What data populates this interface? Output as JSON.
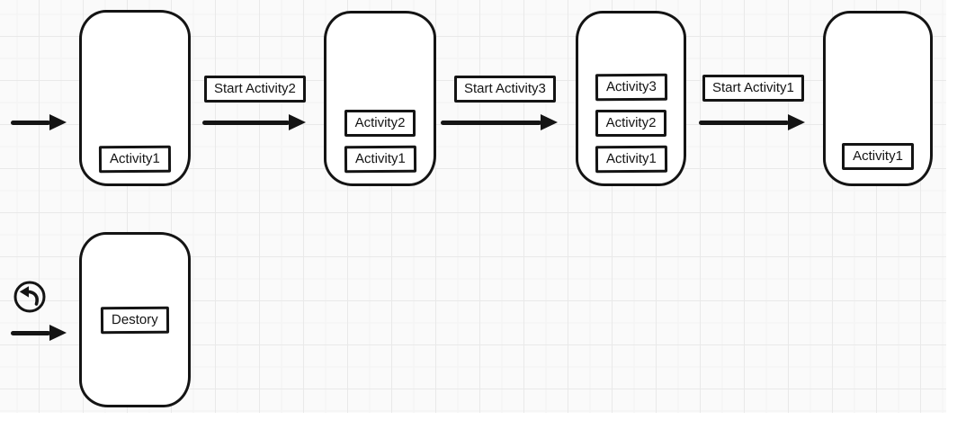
{
  "diagram": {
    "kind": "activity-stack-flow",
    "phones": [
      {
        "name": "state-1",
        "stack": [
          "Activity1"
        ]
      },
      {
        "name": "state-2",
        "stack": [
          "Activity2",
          "Activity1"
        ]
      },
      {
        "name": "state-3",
        "stack": [
          "Activity3",
          "Activity2",
          "Activity1"
        ]
      },
      {
        "name": "state-4",
        "stack": [
          "Activity1"
        ]
      },
      {
        "name": "destroy-state",
        "stack": [
          "Destory"
        ]
      }
    ],
    "transitions": [
      {
        "label": "Start Activity2"
      },
      {
        "label": "Start Activity3"
      },
      {
        "label": "Start Activity1"
      }
    ],
    "icons": [
      {
        "name": "back-undo-icon"
      }
    ],
    "colors": {
      "stroke": "#141414",
      "canvas": "#fafafa",
      "grid_major": "#e9e9e9",
      "grid_minor": "#f3f3f3",
      "page": "#ffffff"
    }
  }
}
